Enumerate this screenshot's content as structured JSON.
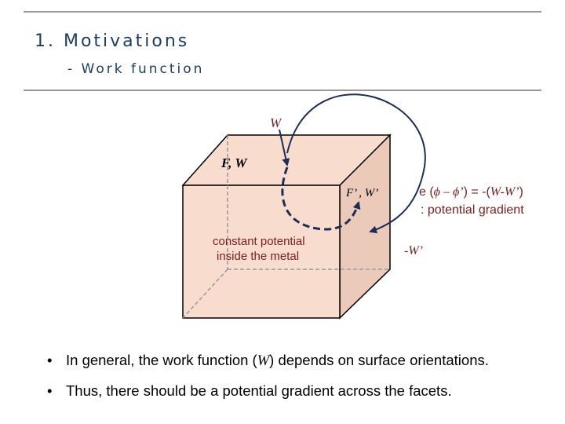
{
  "header": {
    "title": "1. Motivations",
    "subtitle": "- Work function"
  },
  "diagram": {
    "label_w_top": "W",
    "label_fw": "F, W",
    "label_fw_prime": "F’ , W’",
    "label_constant_line1": "constant potential",
    "label_constant_line2": "inside the metal",
    "label_eq_prefix": "e (",
    "label_eq_phi": "ϕ – ϕ’",
    "label_eq_mid": ") = -(",
    "label_eq_w": "W-W’",
    "label_eq_end": ")",
    "label_gradient": ": potential gradient",
    "label_neg_w_prime": "-W’",
    "colors": {
      "cube_face": "#f8dccd",
      "cube_edge": "#000000",
      "arrow": "#1c2e55",
      "accent_text": "#7a1f1f",
      "hidden_edge": "#999999"
    }
  },
  "bullets": [
    {
      "before": "In general, the work function (",
      "emph": "W",
      "after": ") depends on surface orientations."
    },
    {
      "text": "Thus, there should be a potential gradient across the facets."
    }
  ]
}
